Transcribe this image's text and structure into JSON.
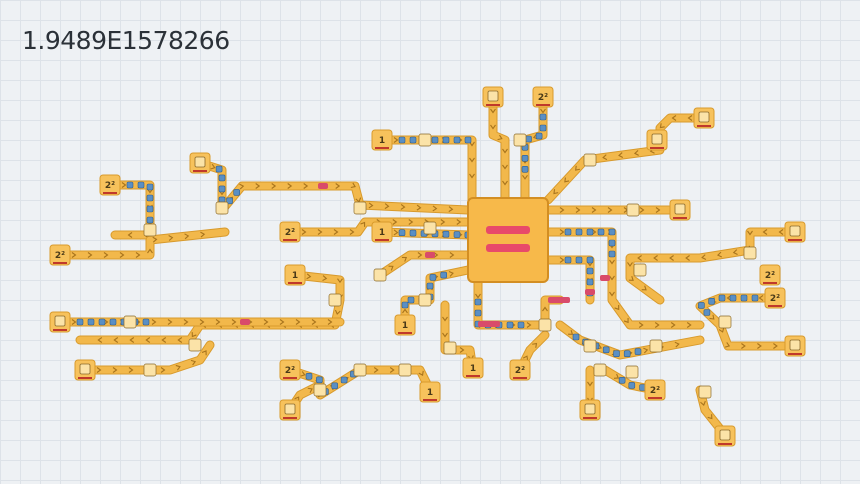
{
  "hud": {
    "score": "1.9489E1578266"
  },
  "board": {
    "core_symbol": "equals",
    "tile_kinds": {
      "number_one": "1",
      "power_two": "2²"
    },
    "colors": {
      "pipe": "#f2b84b",
      "core": "#f7b94a",
      "accent": "#e84a6a",
      "dot": "#5a8fc4"
    }
  }
}
